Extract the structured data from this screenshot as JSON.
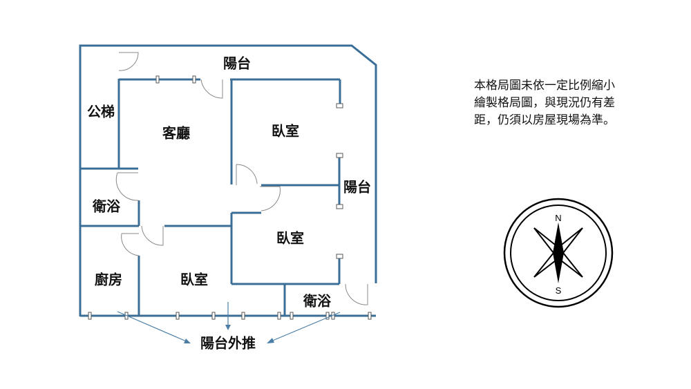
{
  "rooms": {
    "balcony_top": "陽台",
    "stairs": "公梯",
    "living_room": "客廳",
    "bedroom_1": "臥室",
    "balcony_right": "陽台",
    "bathroom_1": "衛浴",
    "bedroom_2": "臥室",
    "kitchen": "廚房",
    "bedroom_3": "臥室",
    "bathroom_2": "衛浴",
    "balcony_extension": "陽台外推"
  },
  "note": {
    "lines": [
      "本格局圖未依一定比例縮小",
      "繪製格局圖，與現況仍有差",
      "距，仍須以房屋現場為準。"
    ]
  },
  "compass": {
    "north": "N",
    "south": "S"
  },
  "colors": {
    "wall": "#3b6e96",
    "arrow": "#4a7ea6"
  }
}
